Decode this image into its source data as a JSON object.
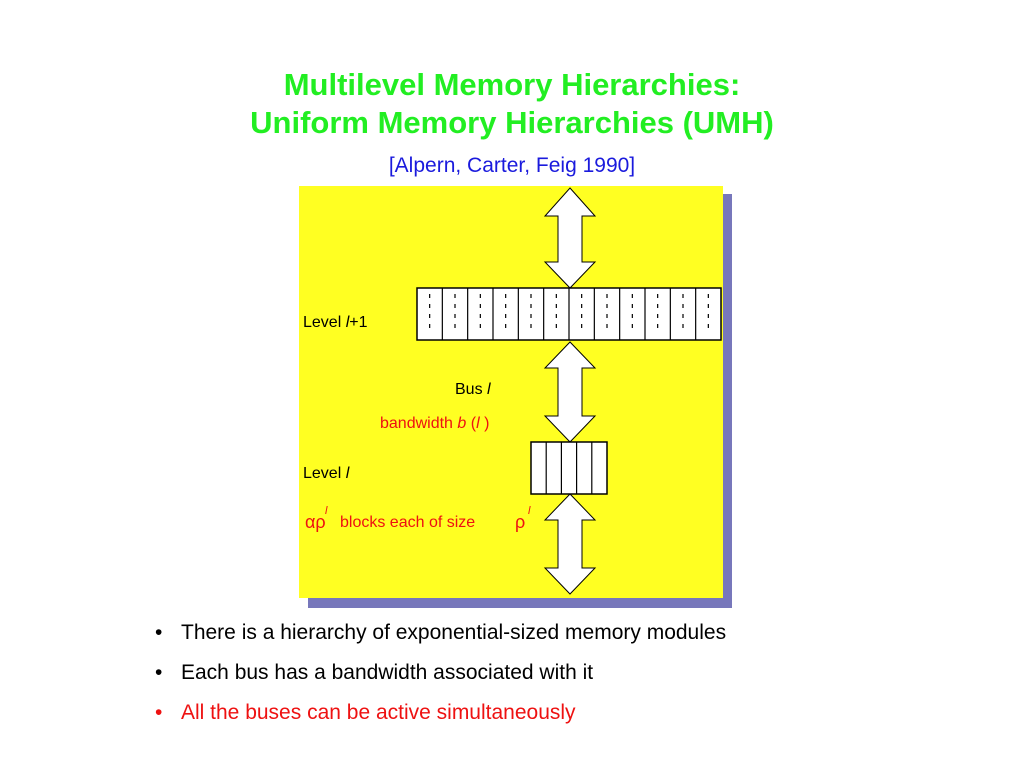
{
  "colors": {
    "title": "#22ee22",
    "citation": "#1a1add",
    "panel_fill": "#ffff22",
    "panel_shadow": "#7777bb",
    "accent_red": "#ee1111",
    "text": "#000000"
  },
  "title": {
    "line1": "Multilevel Memory Hierarchies:",
    "line2": "Uniform Memory Hierarchies (UMH)"
  },
  "citation": "[Alpern, Carter, Feig 1990]",
  "diagram": {
    "level_upper": {
      "prefix": "Level ",
      "var": "l",
      "suffix": "+1"
    },
    "bus": {
      "prefix": "Bus ",
      "var": "l"
    },
    "bandwidth": {
      "prefix": "bandwidth ",
      "var": "b",
      "open": " (",
      "arg": "l",
      "close": " )"
    },
    "level_lower": {
      "prefix": "Level ",
      "var": "l"
    },
    "blocks": {
      "alpha_rho": "αρ",
      "superscript": "l",
      "text": " blocks each of size ",
      "rho": "ρ",
      "rho_superscript": "l"
    },
    "upper_block_cells": 12,
    "lower_block_cells": 5
  },
  "bullets": [
    {
      "text": "There is a hierarchy of exponential-sized memory modules",
      "color": "#000000"
    },
    {
      "text": "Each bus has a bandwidth associated with it",
      "color": "#000000"
    },
    {
      "text": "All the buses can be active simultaneously",
      "color": "#ee1111"
    }
  ],
  "bullet_glyph": "•"
}
